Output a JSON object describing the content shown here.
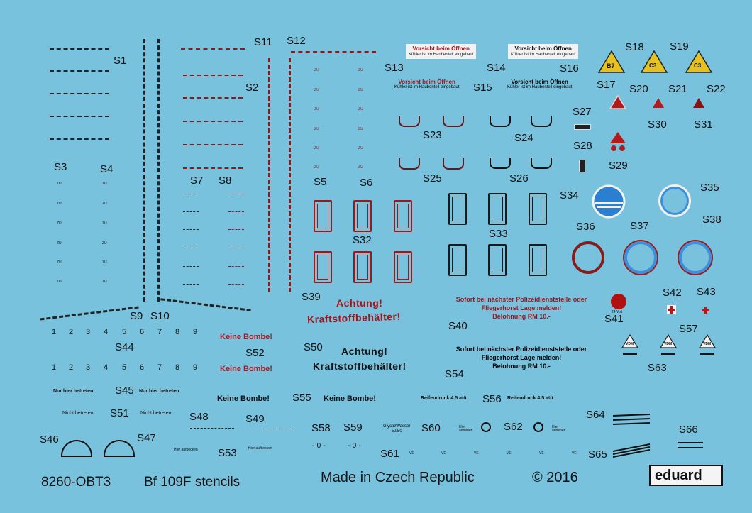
{
  "sheet": {
    "product_code": "8260-OBT3",
    "title": "Bf 109F stencils",
    "made_in": "Made in Czech Republic",
    "copyright": "© 2016",
    "brand": "eduard"
  },
  "labels": {
    "S1": "S1",
    "S2": "S2",
    "S3": "S3",
    "S4": "S4",
    "S5": "S5",
    "S6": "S6",
    "S7": "S7",
    "S8": "S8",
    "S9": "S9",
    "S10": "S10",
    "S11": "S11",
    "S12": "S12",
    "S13": "S13",
    "S14": "S14",
    "S15": "S15",
    "S16": "S16",
    "S17": "S17",
    "S18": "S18",
    "S19": "S19",
    "S20": "S20",
    "S21": "S21",
    "S22": "S22",
    "S23": "S23",
    "S24": "S24",
    "S25": "S25",
    "S26": "S26",
    "S27": "S27",
    "S28": "S28",
    "S29": "S29",
    "S30": "S30",
    "S31": "S31",
    "S32": "S32",
    "S33": "S33",
    "S34": "S34",
    "S35": "S35",
    "S36": "S36",
    "S37": "S37",
    "S38": "S38",
    "S39": "S39",
    "S40": "S40",
    "S41": "S41",
    "S42": "S42",
    "S43": "S43",
    "S44": "S44",
    "S45": "S45",
    "S46": "S46",
    "S47": "S47",
    "S48": "S48",
    "S49": "S49",
    "S50": "S50",
    "S51": "S51",
    "S52": "S52",
    "S53": "S53",
    "S54": "S54",
    "S55": "S55",
    "S56": "S56",
    "S57": "S57",
    "S58": "S58",
    "S59": "S59",
    "S60": "S60",
    "S61": "S61",
    "S62": "S62",
    "S63": "S63",
    "S64": "S64",
    "S65": "S65",
    "S66": "S66"
  },
  "numbers": [
    "1",
    "2",
    "3",
    "4",
    "5",
    "6",
    "7",
    "8",
    "9"
  ],
  "stencils": {
    "vorsicht": "Vorsicht beim Öffnen",
    "kuhler": "Kühler ist im Haubenteil eingebaut",
    "achtung": "Achtung!",
    "kraftstoff": "Kraftstoffbehälter!",
    "keine_bombe": "Keine Bombe!",
    "sofort_1": "Sofort bei nächster Polizeidienststelle oder",
    "sofort_2": "Fliegerhorst Lage melden!",
    "sofort_3": "Belohnung RM 10.-",
    "nur_hier": "Nur hier betreten",
    "nicht_betreten": "Nicht betreten",
    "reifendruck": "Reifendruck 4.5 atü",
    "glycol": "Glycol/Wasser",
    "glycol_ratio": "50/50",
    "hier_anheben": "Hier anheben",
    "hier_aufbocken": "Hier aufbocken",
    "zu": "ZU",
    "b7": "B7",
    "c3": "C3",
    "vdm": "VDM",
    "volt": "24 Volt"
  }
}
